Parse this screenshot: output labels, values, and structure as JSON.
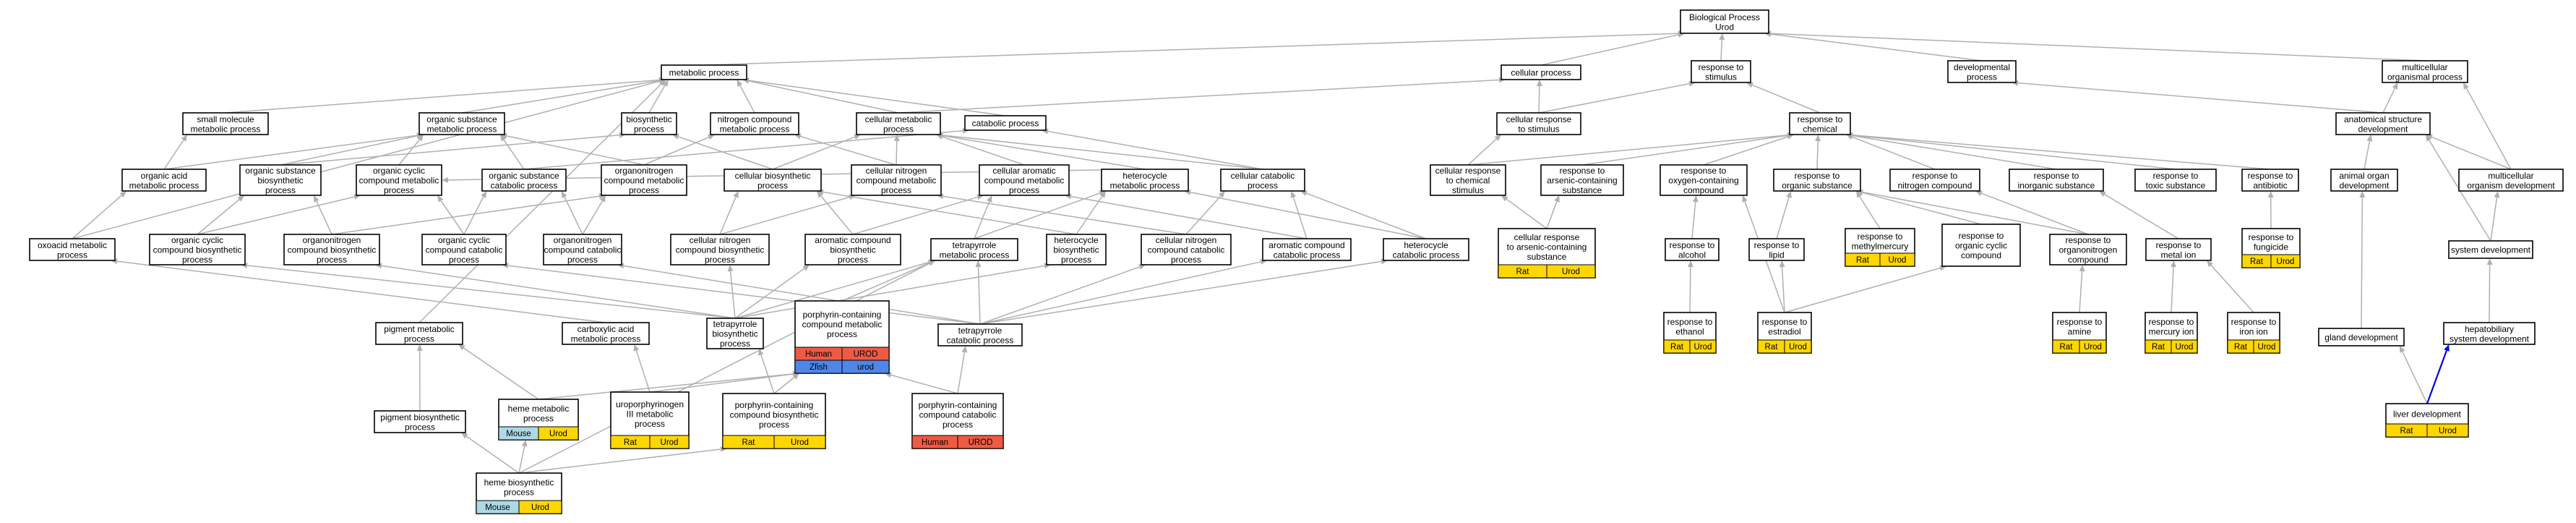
{
  "colors": {
    "Rat": "#ffd700",
    "Urod": "#ffd700",
    "Mouse": "#add8e6",
    "Human": "#ee5a43",
    "UROD": "#ee5a43",
    "Zfish": "#4f86e8",
    "urod": "#4f86e8",
    "edge": "#b0b0b0",
    "edge_highlight": "#0000ee"
  },
  "nodes": [
    {
      "id": "bp",
      "lines": [
        "Biological Process",
        "Urod"
      ]
    },
    {
      "id": "metabolic",
      "lines": [
        "metabolic process"
      ]
    },
    {
      "id": "cellular",
      "lines": [
        "cellular process"
      ]
    },
    {
      "id": "resp_stim",
      "lines": [
        "response to",
        "stimulus"
      ]
    },
    {
      "id": "developmental",
      "lines": [
        "developmental",
        "process"
      ]
    },
    {
      "id": "multicellular_org",
      "lines": [
        "multicellular",
        "organismal process"
      ]
    },
    {
      "id": "small_mol",
      "lines": [
        "small molecule",
        "metabolic process"
      ]
    },
    {
      "id": "org_sub_met",
      "lines": [
        "organic substance",
        "metabolic process"
      ]
    },
    {
      "id": "biosynthetic",
      "lines": [
        "biosynthetic",
        "process"
      ]
    },
    {
      "id": "nitrogen_met",
      "lines": [
        "nitrogen compound",
        "metabolic process"
      ]
    },
    {
      "id": "cell_met",
      "lines": [
        "cellular metabolic",
        "process"
      ]
    },
    {
      "id": "catabolic",
      "lines": [
        "catabolic process"
      ]
    },
    {
      "id": "cell_resp_stim",
      "lines": [
        "cellular response",
        "to stimulus"
      ]
    },
    {
      "id": "resp_chem",
      "lines": [
        "response to",
        "chemical"
      ]
    },
    {
      "id": "anat_dev",
      "lines": [
        "anatomical structure",
        "development"
      ]
    },
    {
      "id": "org_acid",
      "lines": [
        "organic acid",
        "metabolic process"
      ]
    },
    {
      "id": "org_sub_bio",
      "lines": [
        "organic substance",
        "biosynthetic",
        "process"
      ]
    },
    {
      "id": "org_cyc_met",
      "lines": [
        "organic cyclic",
        "compound metabolic",
        "process"
      ]
    },
    {
      "id": "org_sub_cat",
      "lines": [
        "organic substance",
        "catabolic process"
      ]
    },
    {
      "id": "organonitrogen_met",
      "lines": [
        "organonitrogen",
        "compound metabolic",
        "process"
      ]
    },
    {
      "id": "cell_bio",
      "lines": [
        "cellular biosynthetic",
        "process"
      ]
    },
    {
      "id": "cell_nitro_met",
      "lines": [
        "cellular nitrogen",
        "compound metabolic",
        "process"
      ]
    },
    {
      "id": "cell_arom_met",
      "lines": [
        "cellular aromatic",
        "compound metabolic",
        "process"
      ]
    },
    {
      "id": "hetero_met",
      "lines": [
        "heterocycle",
        "metabolic process"
      ]
    },
    {
      "id": "cell_cat",
      "lines": [
        "cellular catabolic",
        "process"
      ]
    },
    {
      "id": "cell_resp_chem",
      "lines": [
        "cellular response",
        "to chemical",
        "stimulus"
      ]
    },
    {
      "id": "resp_arsenic",
      "lines": [
        "response to",
        "arsenic-containing",
        "substance"
      ]
    },
    {
      "id": "resp_oxy",
      "lines": [
        "response to",
        "oxygen-containing",
        "compound"
      ]
    },
    {
      "id": "resp_org_sub",
      "lines": [
        "response to",
        "organic substance"
      ]
    },
    {
      "id": "resp_nitro",
      "lines": [
        "response to",
        "nitrogen compound"
      ]
    },
    {
      "id": "resp_inorg",
      "lines": [
        "response to",
        "inorganic substance"
      ]
    },
    {
      "id": "resp_toxic",
      "lines": [
        "response to",
        "toxic substance"
      ]
    },
    {
      "id": "resp_antibiotic",
      "lines": [
        "response to",
        "antibiotic"
      ]
    },
    {
      "id": "animal_organ",
      "lines": [
        "animal organ",
        "development"
      ]
    },
    {
      "id": "multicellular_dev",
      "lines": [
        "multicellular",
        "organism development"
      ]
    },
    {
      "id": "oxoacid",
      "lines": [
        "oxoacid metabolic",
        "process"
      ]
    },
    {
      "id": "org_cyc_bio",
      "lines": [
        "organic cyclic",
        "compound biosynthetic",
        "process"
      ]
    },
    {
      "id": "organonitrogen_bio",
      "lines": [
        "organonitrogen",
        "compound biosynthetic",
        "process"
      ]
    },
    {
      "id": "org_cyc_cat",
      "lines": [
        "organic cyclic",
        "compound catabolic",
        "process"
      ]
    },
    {
      "id": "organonitrogen_cat",
      "lines": [
        "organonitrogen",
        "compound catabolic",
        "process"
      ]
    },
    {
      "id": "cell_nitro_bio",
      "lines": [
        "cellular nitrogen",
        "compound biosynthetic",
        "process"
      ]
    },
    {
      "id": "arom_bio",
      "lines": [
        "aromatic compound",
        "biosynthetic",
        "process"
      ]
    },
    {
      "id": "tetra_met",
      "lines": [
        "tetrapyrrole",
        "metabolic process"
      ]
    },
    {
      "id": "hetero_bio",
      "lines": [
        "heterocycle",
        "biosynthetic",
        "process"
      ]
    },
    {
      "id": "cell_nitro_cat",
      "lines": [
        "cellular nitrogen",
        "compound catabolic",
        "process"
      ]
    },
    {
      "id": "arom_cat",
      "lines": [
        "aromatic compound",
        "catabolic process"
      ]
    },
    {
      "id": "hetero_cat",
      "lines": [
        "heterocycle",
        "catabolic process"
      ]
    },
    {
      "id": "cell_resp_arsenic",
      "lines": [
        "cellular response",
        "to arsenic-containing",
        "substance"
      ],
      "tags": [
        [
          "Rat",
          "Urod"
        ]
      ]
    },
    {
      "id": "resp_alcohol",
      "lines": [
        "response to",
        "alcohol"
      ]
    },
    {
      "id": "resp_lipid",
      "lines": [
        "response to",
        "lipid"
      ]
    },
    {
      "id": "resp_methylmercury",
      "lines": [
        "response to",
        "methylmercury"
      ],
      "tags": [
        [
          "Rat",
          "Urod"
        ]
      ]
    },
    {
      "id": "resp_org_cyc",
      "lines": [
        "response to",
        "organic cyclic",
        "compound"
      ]
    },
    {
      "id": "resp_organonitrogen",
      "lines": [
        "response to",
        "organonitrogen",
        "compound"
      ]
    },
    {
      "id": "resp_metal",
      "lines": [
        "response to",
        "metal ion"
      ]
    },
    {
      "id": "resp_fungicide",
      "lines": [
        "response to",
        "fungicide"
      ],
      "tags": [
        [
          "Rat",
          "Urod"
        ]
      ]
    },
    {
      "id": "system_dev",
      "lines": [
        "system development"
      ]
    },
    {
      "id": "pigment_met",
      "lines": [
        "pigment metabolic",
        "process"
      ]
    },
    {
      "id": "carboxylic",
      "lines": [
        "carboxylic acid",
        "metabolic process"
      ]
    },
    {
      "id": "porph_met",
      "lines": [
        "porphyrin-containing",
        "compound metabolic",
        "process"
      ],
      "tags": [
        [
          "Human",
          "UROD"
        ],
        [
          "Zfish",
          "urod"
        ]
      ]
    },
    {
      "id": "tetra_bio",
      "lines": [
        "tetrapyrrole",
        "biosynthetic",
        "process"
      ]
    },
    {
      "id": "tetra_cat",
      "lines": [
        "tetrapyrrole",
        "catabolic process"
      ]
    },
    {
      "id": "resp_ethanol",
      "lines": [
        "response to",
        "ethanol"
      ],
      "tags": [
        [
          "Rat",
          "Urod"
        ]
      ]
    },
    {
      "id": "resp_estradiol",
      "lines": [
        "response to",
        "estradiol"
      ],
      "tags": [
        [
          "Rat",
          "Urod"
        ]
      ]
    },
    {
      "id": "resp_amine",
      "lines": [
        "response to",
        "amine"
      ],
      "tags": [
        [
          "Rat",
          "Urod"
        ]
      ]
    },
    {
      "id": "resp_mercury",
      "lines": [
        "response to",
        "mercury ion"
      ],
      "tags": [
        [
          "Rat",
          "Urod"
        ]
      ]
    },
    {
      "id": "resp_iron",
      "lines": [
        "response to",
        "iron ion"
      ],
      "tags": [
        [
          "Rat",
          "Urod"
        ]
      ]
    },
    {
      "id": "gland_dev",
      "lines": [
        "gland development"
      ]
    },
    {
      "id": "hepatobiliary",
      "lines": [
        "hepatobiliary",
        "system development"
      ]
    },
    {
      "id": "pigment_bio",
      "lines": [
        "pigment biosynthetic",
        "process"
      ]
    },
    {
      "id": "heme_met",
      "lines": [
        "heme metabolic",
        "process"
      ],
      "tags": [
        [
          "Mouse",
          "Urod"
        ]
      ]
    },
    {
      "id": "uroporph",
      "lines": [
        "uroporphyrinogen",
        "III metabolic",
        "process"
      ],
      "tags": [
        [
          "Rat",
          "Urod"
        ]
      ]
    },
    {
      "id": "porph_bio",
      "lines": [
        "porphyrin-containing",
        "compound biosynthetic",
        "process"
      ],
      "tags": [
        [
          "Rat",
          "Urod"
        ]
      ]
    },
    {
      "id": "porph_cat",
      "lines": [
        "porphyrin-containing",
        "compound catabolic",
        "process"
      ],
      "tags": [
        [
          "Human",
          "UROD"
        ]
      ]
    },
    {
      "id": "liver_dev",
      "lines": [
        "liver development"
      ],
      "tags": [
        [
          "Rat",
          "Urod"
        ]
      ]
    },
    {
      "id": "heme_bio",
      "lines": [
        "heme biosynthetic",
        "process"
      ],
      "tags": [
        [
          "Mouse",
          "Urod"
        ]
      ]
    }
  ]
}
